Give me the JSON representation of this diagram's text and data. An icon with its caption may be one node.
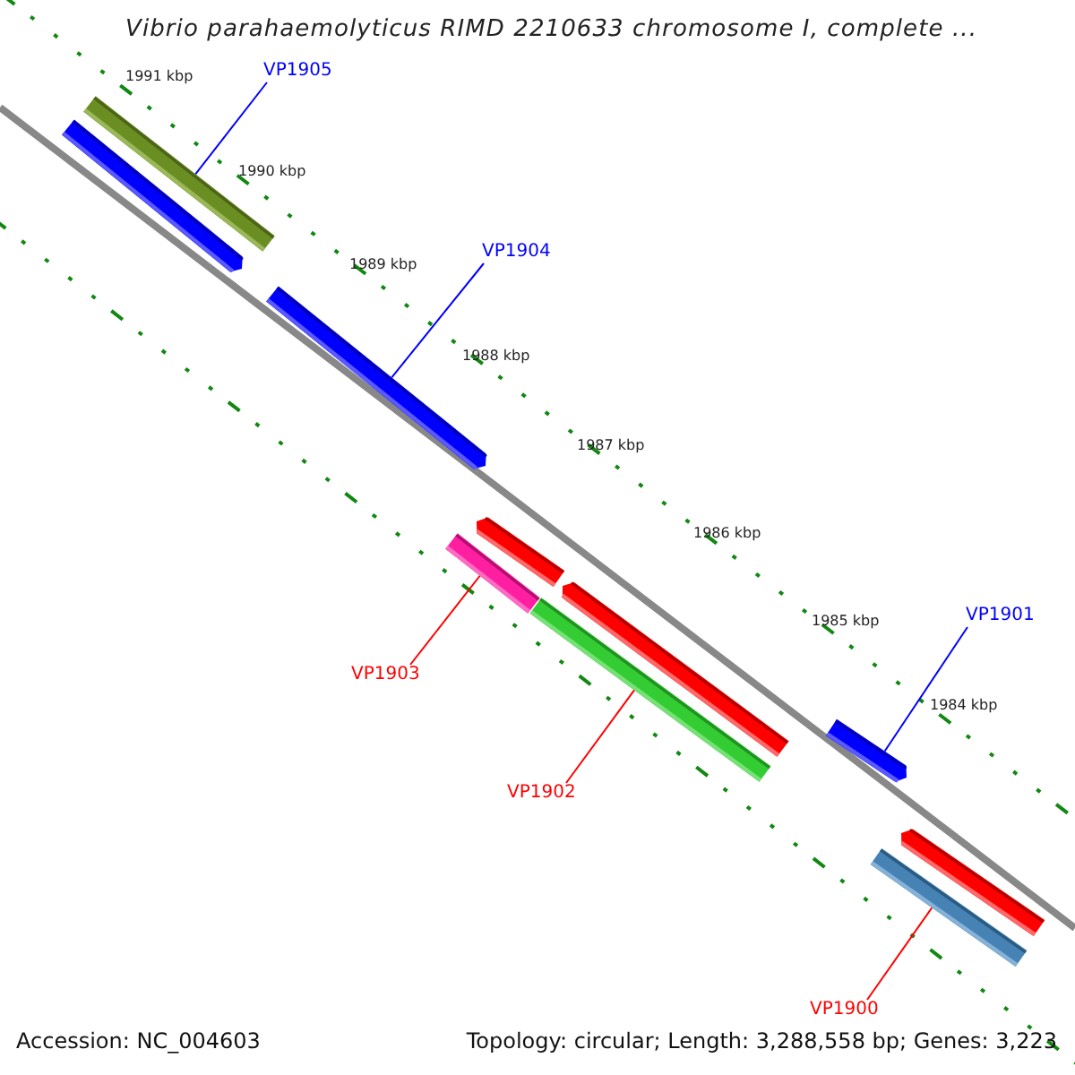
{
  "diagram": {
    "title": "Vibrio parahaemolyticus RIMD 2210633 chromosome I, complete ...",
    "nodes": [
      {
        "text": [
          "VP1905"
        ]
      },
      {
        "text": [],
        "shape": "bar"
      },
      {
        "text": [],
        "shape": "bar"
      },
      {
        "text": [
          "VP1904"
        ]
      },
      {
        "text": [],
        "shape": "bar"
      },
      {
        "text": [],
        "shape": "bar"
      },
      {
        "text": [],
        "shape": "bar"
      },
      {
        "text": [
          "VP1903"
        ]
      },
      {
        "text": [],
        "shape": "bar"
      },
      {
        "text": [],
        "shape": "bar"
      },
      {
        "text": [
          "VP1901"
        ]
      },
      {
        "text": [],
        "shape": "bar"
      },
      {
        "text": [
          "VP1902"
        ]
      },
      {
        "text": [],
        "shape": "bar"
      },
      {
        "text": [],
        "shape": "bar"
      },
      {
        "text": [
          "VP1900"
        ]
      }
    ],
    "edges": [
      {
        "from": 0,
        "to": 1,
        "arrow": "none"
      },
      {
        "from": 3,
        "to": 4,
        "arrow": "none"
      },
      {
        "from": 10,
        "to": 11,
        "arrow": "none"
      },
      {
        "from": 7,
        "to": 6,
        "arrow": "none",
        "color": "#ff0000"
      },
      {
        "from": 12,
        "to": 9,
        "arrow": "none",
        "color": "#ff0000"
      },
      {
        "from": 15,
        "to": 14,
        "arrow": "none",
        "color": "#ff0000"
      }
    ],
    "labels": [
      "1991 kbp",
      "1990 kbp",
      "1989 kbp",
      "1988 kbp",
      "1987 kbp",
      "1986 kbp",
      "1985 kbp",
      "1984 kbp",
      "Accession: NC_004603",
      "Topology: circular; Length: 3,288,558 bp; Genes: 3,223"
    ]
  }
}
